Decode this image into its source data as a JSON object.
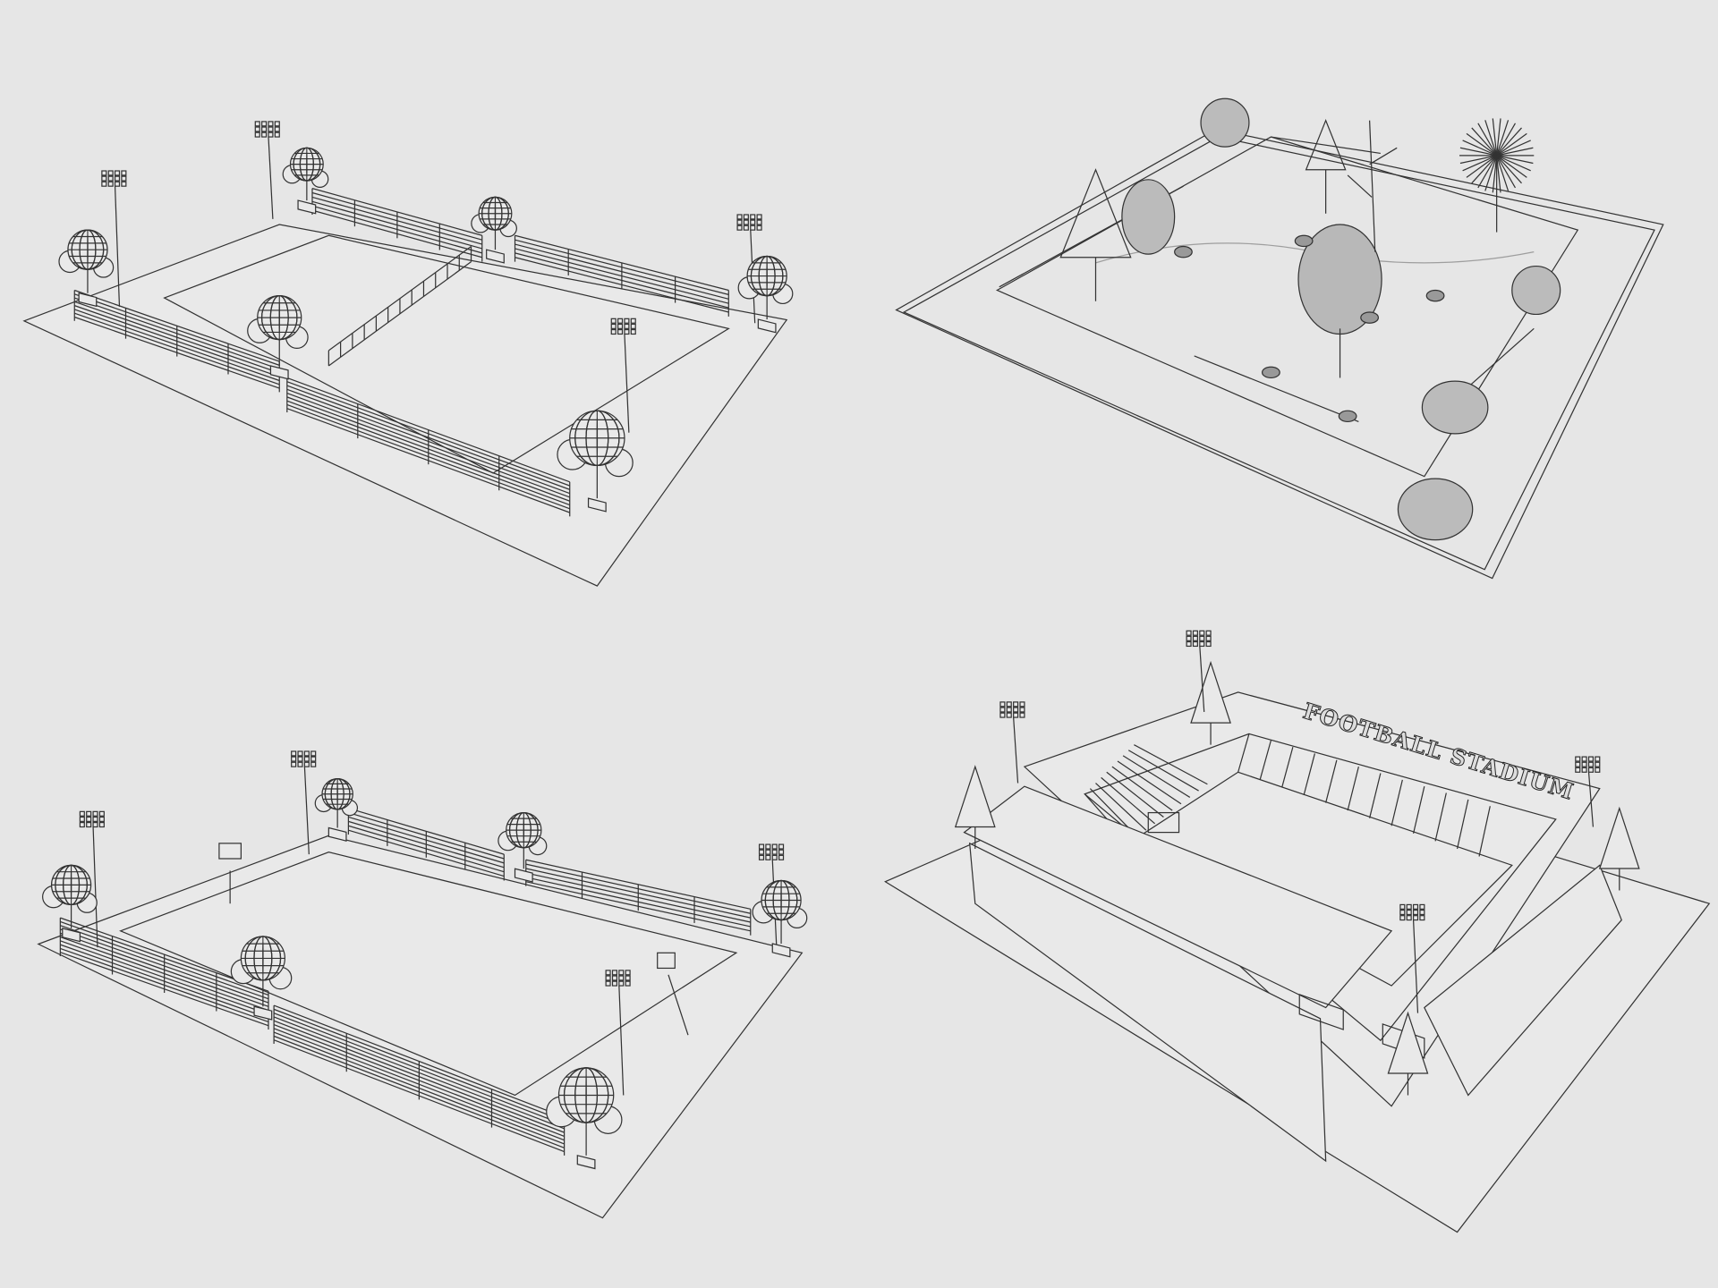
{
  "background_color": "#e6e6e6",
  "line_color": "#333333",
  "park_platform_color": "#a8a8a8",
  "panels": [
    {
      "id": "tennis-court",
      "objects": [
        "floodlight",
        "tree",
        "bleachers",
        "net"
      ]
    },
    {
      "id": "park",
      "objects": [
        "tree",
        "fence",
        "bench",
        "rock",
        "path"
      ]
    },
    {
      "id": "basketball-court",
      "objects": [
        "floodlight",
        "tree",
        "bleachers",
        "hoop"
      ]
    },
    {
      "id": "football-stadium",
      "objects": [
        "stands",
        "goal",
        "bench",
        "floodlight",
        "tree",
        "sign"
      ]
    }
  ],
  "stadium": {
    "sign_text": "FOOTBALL STADIUM"
  }
}
